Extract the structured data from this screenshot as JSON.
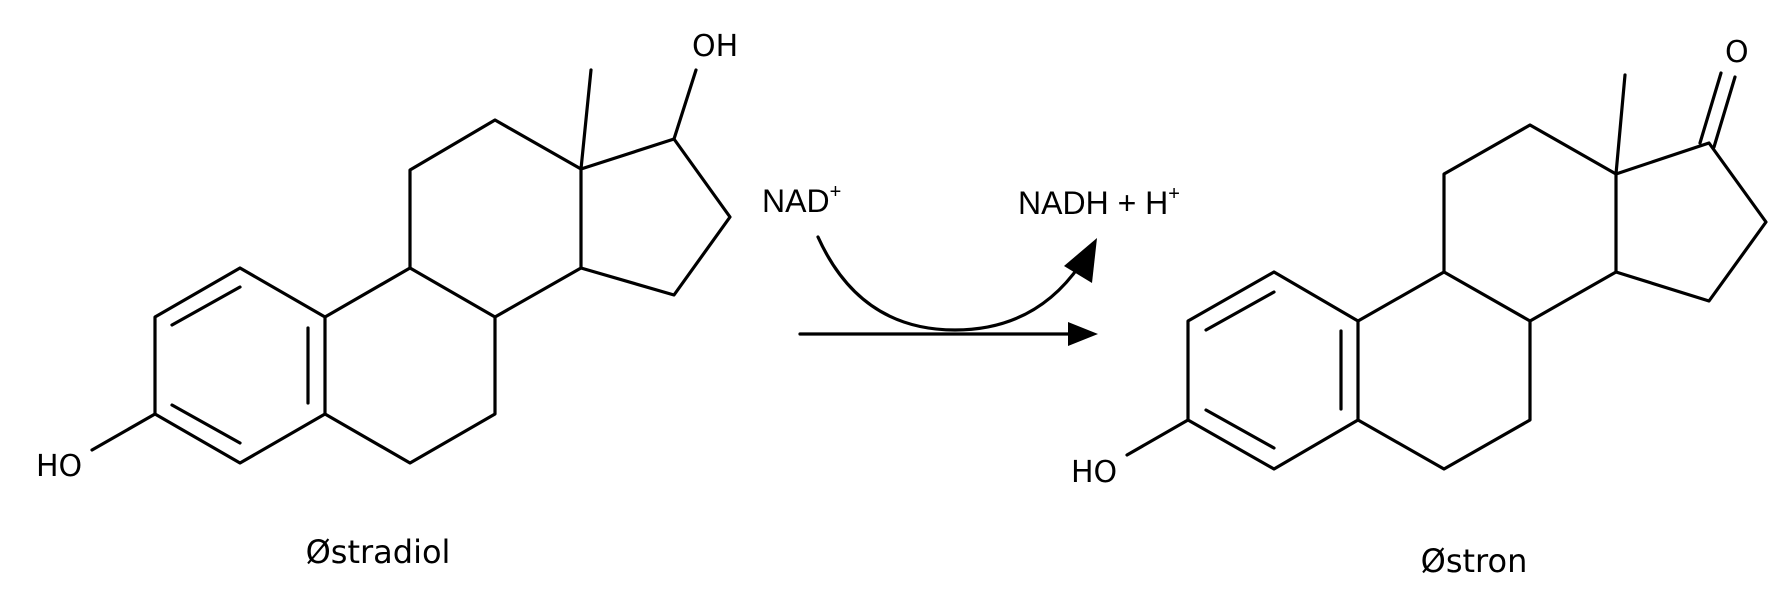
{
  "reaction": {
    "reactant": {
      "name": "Østradiol",
      "labels": {
        "hydroxyl_left": "HO",
        "hydroxyl_top": "OH"
      }
    },
    "product": {
      "name": "Østron",
      "labels": {
        "hydroxyl_left": "HO",
        "ketone_oxygen": "O"
      }
    },
    "cofactor_in": {
      "base": "NAD",
      "charge": "+"
    },
    "cofactor_out": {
      "base": "NADH + H",
      "charge": "+"
    }
  },
  "colors": {
    "ink": "#000000",
    "background": "#ffffff"
  }
}
